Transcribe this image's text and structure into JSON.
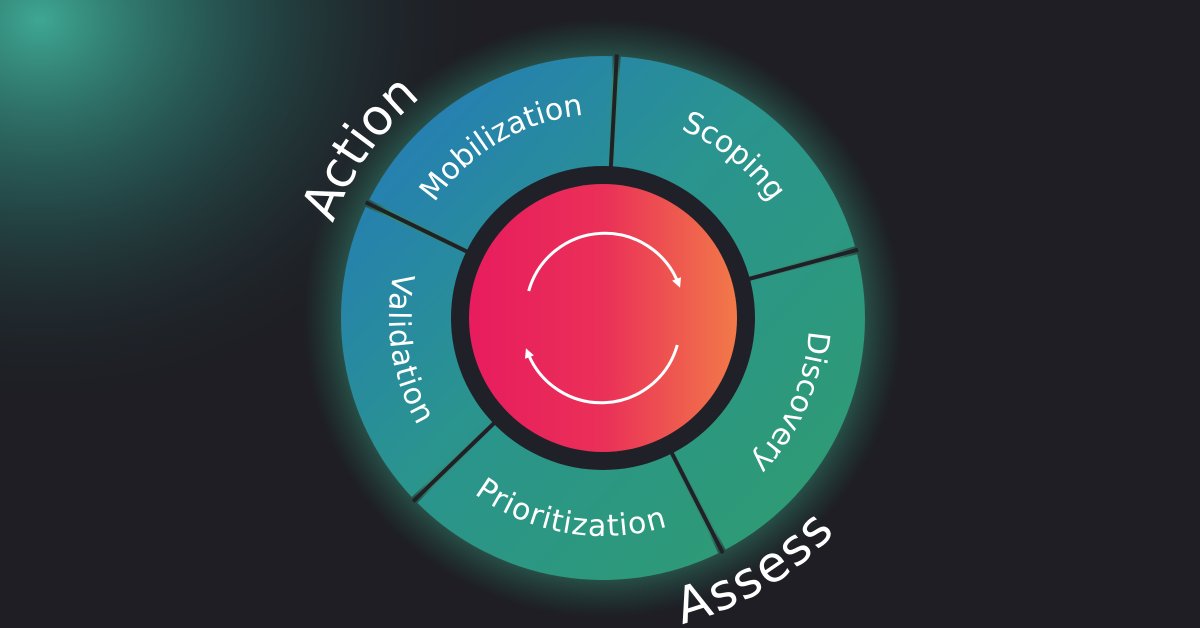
{
  "cycle": {
    "segments": [
      {
        "id": "mobilization",
        "label": "Mobilization"
      },
      {
        "id": "scoping",
        "label": "Scoping"
      },
      {
        "id": "discovery",
        "label": "Discovery"
      },
      {
        "id": "prioritization",
        "label": "Prioritization"
      },
      {
        "id": "validation",
        "label": "Validation"
      }
    ],
    "outer_labels": {
      "action": "Action",
      "assess": "Assess"
    },
    "center_icon": "refresh-cycle-icon"
  },
  "colors": {
    "background": "#1e1e24",
    "corner_glow": "#3aa08e",
    "ring_blue": "#2583ba",
    "ring_teal": "#2a9a86",
    "ring_green": "#2e9b72",
    "center_left": "#e81c5e",
    "center_right": "#f2764a",
    "glow": "#45e2b2",
    "text": "#ffffff"
  }
}
